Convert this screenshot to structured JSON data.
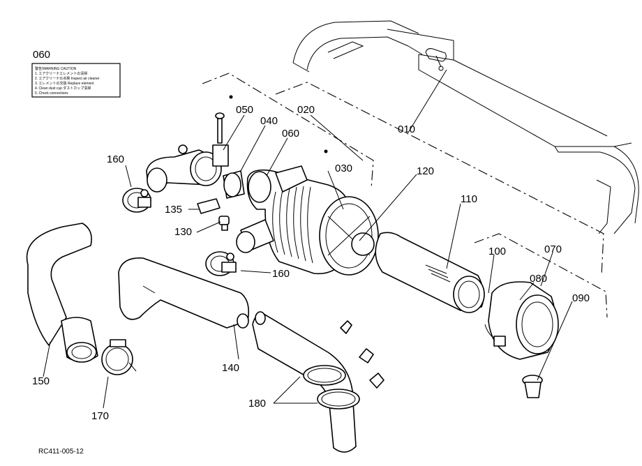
{
  "drawing_code": "RC411-005-12",
  "caution_label": {
    "part_no": "060",
    "lines": [
      "警告/WARNING  CAUTION",
      "1. エアクリーナエレメントの清掃",
      "2. エアクリーナの点検  Inspect air cleaner",
      "3. エレメントの交換  Replace element",
      "4. Clean dust cup  ダストカップ清掃",
      "5. Check connections"
    ]
  },
  "callouts": [
    {
      "id": "010",
      "label": "010"
    },
    {
      "id": "020",
      "label": "020"
    },
    {
      "id": "030",
      "label": "030"
    },
    {
      "id": "040",
      "label": "040"
    },
    {
      "id": "050",
      "label": "050"
    },
    {
      "id": "060",
      "label": "060"
    },
    {
      "id": "070",
      "label": "070"
    },
    {
      "id": "080",
      "label": "080"
    },
    {
      "id": "090",
      "label": "090"
    },
    {
      "id": "100",
      "label": "100"
    },
    {
      "id": "110",
      "label": "110"
    },
    {
      "id": "120",
      "label": "120"
    },
    {
      "id": "130",
      "label": "130"
    },
    {
      "id": "135",
      "label": "135"
    },
    {
      "id": "140",
      "label": "140"
    },
    {
      "id": "150",
      "label": "150"
    },
    {
      "id": "160a",
      "label": "160"
    },
    {
      "id": "160b",
      "label": "160"
    },
    {
      "id": "170",
      "label": "170"
    },
    {
      "id": "180",
      "label": "180"
    }
  ]
}
